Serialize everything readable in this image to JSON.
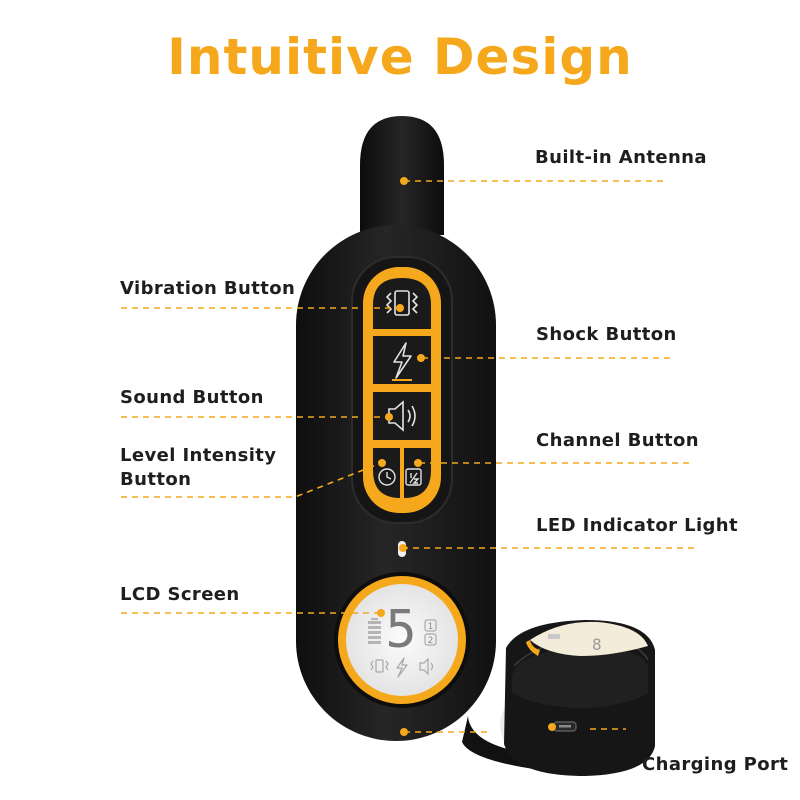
{
  "title": "Intuitive Design",
  "colors": {
    "accent": "#f5a81c",
    "device_body": "#1b1b1b",
    "label_text": "#1e1e1e",
    "lcd_background": "#f3f3f3"
  },
  "callouts": {
    "antenna": "Built-in Antenna",
    "vibration": "Vibration Button",
    "shock": "Shock Button",
    "sound": "Sound Button",
    "channel": "Channel Button",
    "level_line1": "Level Intensity",
    "level_line2": "Button",
    "led": "LED Indicator Light",
    "lcd": "LCD Screen",
    "charging": "Charging Port"
  },
  "lcd": {
    "level_digit": "5",
    "channel_1": "1",
    "channel_2": "2"
  },
  "icons": {
    "vibration": "vibration-icon",
    "shock": "lightning-icon",
    "sound": "speaker-icon",
    "level": "timer-icon",
    "channel": "half-fraction-icon"
  }
}
